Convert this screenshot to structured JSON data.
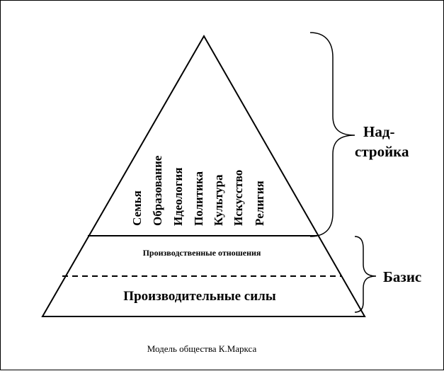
{
  "superstructure": {
    "items": [
      "Семья",
      "Образование",
      "Идеология",
      "Политика",
      "Культура",
      "Искусство",
      "Религия"
    ],
    "label_line1": "Над-",
    "label_line2": "стройка"
  },
  "base": {
    "relations_label": "Производственные отношения",
    "forces_label": "Производительные силы",
    "label": "Базис"
  },
  "caption": "Модель общества К.Маркса"
}
